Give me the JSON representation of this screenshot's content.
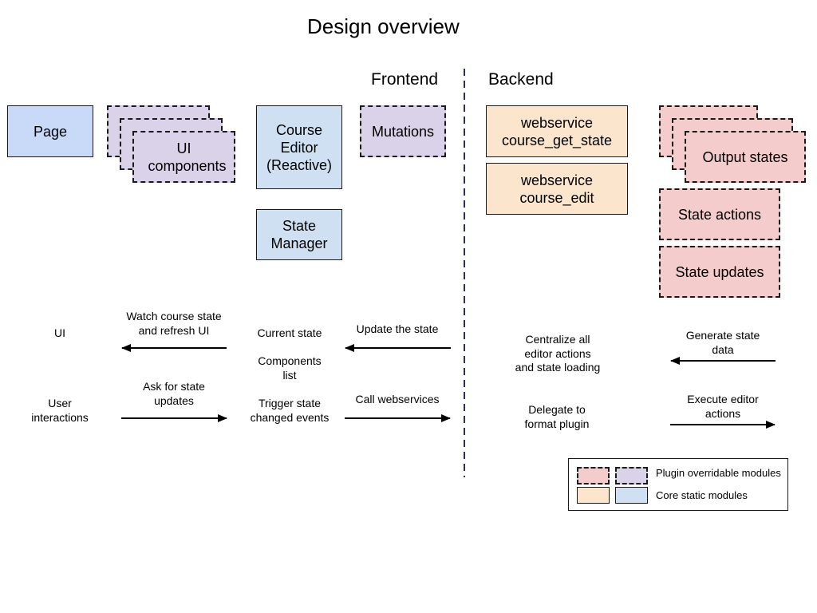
{
  "diagram": {
    "title": "Design overview",
    "sections": {
      "frontend": "Frontend",
      "backend": "Backend"
    },
    "colors": {
      "core_frontend": "#cfe0f3",
      "core_backend": "#fce5cd",
      "plugin_frontend": "#d9d2e9",
      "plugin_backend": "#f4cccc"
    },
    "nodes": {
      "page": "Page",
      "ui_components": "UI components",
      "course_editor": "Course Editor (Reactive)",
      "mutations": "Mutations",
      "state_manager": "State Manager",
      "ws_get_state": "webservice course_get_state",
      "ws_edit": "webservice course_edit",
      "output_states": "Output states",
      "state_actions": "State actions",
      "state_updates": "State updates"
    },
    "labels": {
      "ui": "UI",
      "user_interactions": "User interactions",
      "watch_state": "Watch course state and refresh UI",
      "ask_updates": "Ask for state updates",
      "current_state": "Current state",
      "components_list": "Components list",
      "trigger_events": "Trigger state changed events",
      "update_state": "Update the state",
      "call_webservices": "Call webservices",
      "centralize": "Centralize all editor actions and state loading",
      "delegate": "Delegate to format plugin",
      "generate_state": "Generate state data",
      "execute_actions": "Execute editor actions"
    },
    "legend": {
      "plugin": "Plugin overridable modules",
      "core": "Core static modules"
    }
  }
}
